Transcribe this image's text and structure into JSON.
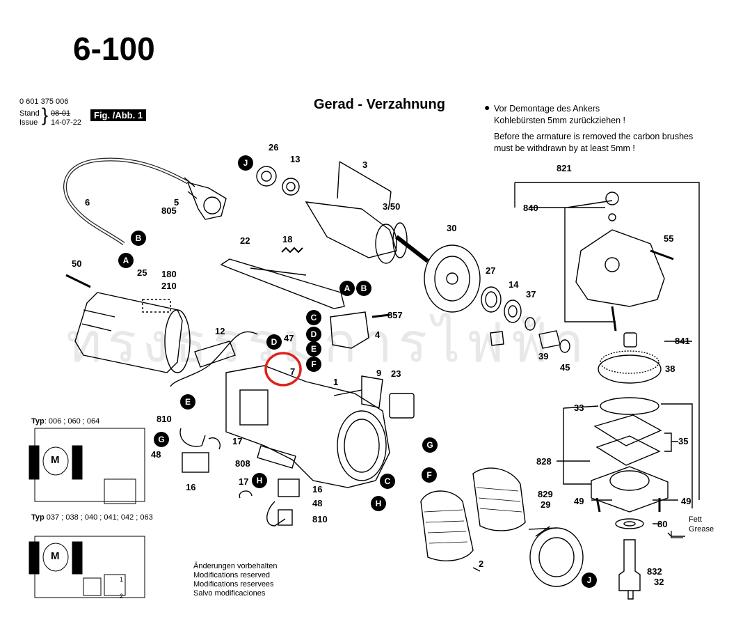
{
  "page": {
    "number": "6-100",
    "title": "Gerad - Verzahnung",
    "fig_label": "Fig. /Abb. 1",
    "watermark": "ทรงธรรมการไฟฟ้า"
  },
  "meta": {
    "part_number": "0 601 375 006",
    "stand_label": "Stand",
    "issue_label": "Issue",
    "old_date": "08-01",
    "new_date": "14-07-22"
  },
  "notes": {
    "de_line1": "Vor Demontage des Ankers",
    "de_line2": "Kohlebürsten 5mm zurückziehen !",
    "en_line1": "Before the armature is removed the carbon brushes",
    "en_line2": "must be withdrawn by at least 5mm !"
  },
  "types": {
    "typ1": {
      "label": "Typ",
      "values": ": 006 ; 060 ; 064"
    },
    "typ2": {
      "label": "Typ",
      "values": " 037 ; 038 ; 040 ; 041; 042 ; 063"
    }
  },
  "motor_symbol": "M",
  "switch_nums": [
    "1",
    "2"
  ],
  "modifications": [
    "Änderungen vorbehalten",
    "Modifications reserved",
    "Modifications reservees",
    "Salvo modificaciones"
  ],
  "grease": {
    "de": "Fett",
    "en": "Grease"
  },
  "part_labels": [
    {
      "id": "p6",
      "t": "6"
    },
    {
      "id": "p5",
      "t": "5"
    },
    {
      "id": "p805",
      "t": "805"
    },
    {
      "id": "p26",
      "t": "26"
    },
    {
      "id": "p13",
      "t": "13"
    },
    {
      "id": "p3",
      "t": "3"
    },
    {
      "id": "p350",
      "t": "3/50"
    },
    {
      "id": "p30",
      "t": "30"
    },
    {
      "id": "p821",
      "t": "821"
    },
    {
      "id": "p840",
      "t": "840"
    },
    {
      "id": "p55",
      "t": "55"
    },
    {
      "id": "p22",
      "t": "22"
    },
    {
      "id": "p18",
      "t": "18"
    },
    {
      "id": "p50",
      "t": "50"
    },
    {
      "id": "p25",
      "t": "25"
    },
    {
      "id": "p180",
      "t": "180"
    },
    {
      "id": "p210",
      "t": "210"
    },
    {
      "id": "p857",
      "t": "857"
    },
    {
      "id": "p4",
      "t": "4"
    },
    {
      "id": "p27",
      "t": "27"
    },
    {
      "id": "p14",
      "t": "14"
    },
    {
      "id": "p37",
      "t": "37"
    },
    {
      "id": "p841",
      "t": "841"
    },
    {
      "id": "p12",
      "t": "12"
    },
    {
      "id": "p47",
      "t": "47"
    },
    {
      "id": "p7",
      "t": "7"
    },
    {
      "id": "p39",
      "t": "39"
    },
    {
      "id": "p45",
      "t": "45"
    },
    {
      "id": "p38",
      "t": "38"
    },
    {
      "id": "p9",
      "t": "9"
    },
    {
      "id": "p23",
      "t": "23"
    },
    {
      "id": "p1",
      "t": "1"
    },
    {
      "id": "p33",
      "t": "33"
    },
    {
      "id": "p810a",
      "t": "810"
    },
    {
      "id": "p17a",
      "t": "17"
    },
    {
      "id": "p48a",
      "t": "48"
    },
    {
      "id": "p35",
      "t": "35"
    },
    {
      "id": "p808",
      "t": "808"
    },
    {
      "id": "p16a",
      "t": "16"
    },
    {
      "id": "p828",
      "t": "828"
    },
    {
      "id": "p17b",
      "t": "17"
    },
    {
      "id": "p16b",
      "t": "16"
    },
    {
      "id": "p48b",
      "t": "48"
    },
    {
      "id": "p810b",
      "t": "810"
    },
    {
      "id": "p829",
      "t": "829"
    },
    {
      "id": "p29",
      "t": "29"
    },
    {
      "id": "p49a",
      "t": "49"
    },
    {
      "id": "p49b",
      "t": "49"
    },
    {
      "id": "p80",
      "t": "80"
    },
    {
      "id": "p2",
      "t": "2"
    },
    {
      "id": "p832",
      "t": "832"
    },
    {
      "id": "p32",
      "t": "32"
    }
  ],
  "ball_labels": [
    {
      "id": "bJ1",
      "t": "J"
    },
    {
      "id": "bB1",
      "t": "B"
    },
    {
      "id": "bA1",
      "t": "A"
    },
    {
      "id": "bA2",
      "t": "A"
    },
    {
      "id": "bB2",
      "t": "B"
    },
    {
      "id": "bC1",
      "t": "C"
    },
    {
      "id": "bD1",
      "t": "D"
    },
    {
      "id": "bE1",
      "t": "E"
    },
    {
      "id": "bD2",
      "t": "D"
    },
    {
      "id": "bF1",
      "t": "F"
    },
    {
      "id": "bE2",
      "t": "E"
    },
    {
      "id": "bG1",
      "t": "G"
    },
    {
      "id": "bH1",
      "t": "H"
    },
    {
      "id": "bG2",
      "t": "G"
    },
    {
      "id": "bC2",
      "t": "C"
    },
    {
      "id": "bF2",
      "t": "F"
    },
    {
      "id": "bH2",
      "t": "H"
    },
    {
      "id": "bJ2",
      "t": "J"
    }
  ],
  "colors": {
    "ink": "#000000",
    "highlight": "#e0201a",
    "watermark": "#969696"
  }
}
